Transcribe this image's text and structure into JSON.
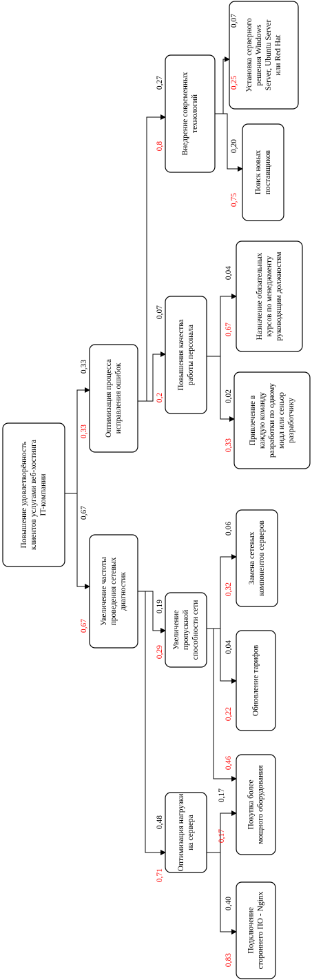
{
  "nodes": {
    "root": {
      "lines": [
        "Повышение удовлетворённость",
        "клиентов услугами веб-хостинга",
        "IT-компании"
      ]
    },
    "opt_fix": {
      "lines": [
        "Оптимизация процесса",
        "исправления ошибок"
      ]
    },
    "inc_diag": {
      "lines": [
        "Увеличение частоты",
        "проведения сетевых",
        "диагностик"
      ]
    },
    "modern_tech": {
      "lines": [
        "Внедрение современных",
        "технологий"
      ]
    },
    "staff_quality": {
      "lines": [
        "Повышения качества",
        "работы персонала"
      ]
    },
    "server_install": {
      "lines": [
        "Установка серверного",
        "решения Windows",
        "Server, Ubuntu Server",
        "или Red Hat"
      ]
    },
    "new_suppliers": {
      "lines": [
        "Поиск новых",
        "поставщиков"
      ]
    },
    "mgmt_courses": {
      "lines": [
        "Назначение обязательных",
        "курсов по менеджменту",
        "руководящим должностям"
      ]
    },
    "senior_dev": {
      "lines": [
        "Привлечение в",
        "каждую команду",
        "разработки по одному",
        "мидл или сеньор",
        "разработчику"
      ]
    },
    "bandwidth": {
      "lines": [
        "Увеличение",
        "пропускной",
        "способности сети"
      ]
    },
    "load_opt": {
      "lines": [
        "Оптимизация нагрузки",
        "на сервера"
      ]
    },
    "replace_net": {
      "lines": [
        "Замена сетевых",
        "компонентов серверов"
      ]
    },
    "tariff_update": {
      "lines": [
        "Обновление тарифов"
      ]
    },
    "hw_purchase": {
      "lines": [
        "Покупка более",
        "мощного оборудования"
      ]
    },
    "nginx": {
      "lines": [
        "Подключение",
        "стороннего ПО - Nginx"
      ]
    }
  },
  "weights": {
    "opt_fix": {
      "global": "0,33",
      "local": "0,33"
    },
    "inc_diag": {
      "global": "0,67",
      "local": "0,67"
    },
    "modern_tech": {
      "global": "0,27",
      "local": "0,8"
    },
    "staff_quality": {
      "global": "0,07",
      "local": "0,2"
    },
    "server_install": {
      "global": "0,07",
      "local": "0,25"
    },
    "new_suppliers": {
      "global": "0,20",
      "local": "0,75"
    },
    "mgmt_courses": {
      "global": "0,04",
      "local": "0,67"
    },
    "senior_dev": {
      "global": "0,02",
      "local": "0,33"
    },
    "bandwidth": {
      "global": "0,19",
      "local": "0,29"
    },
    "load_opt": {
      "global": "0,48",
      "local": "0,71"
    },
    "replace_net": {
      "global": "0,06",
      "local": "0,32"
    },
    "tariff_update": {
      "global": "0,04",
      "local": "0,22"
    },
    "hw_purchase": {
      "global": "0,17",
      "local": "0,17",
      "local_2": "0,46"
    },
    "nginx": {
      "global": "0,40",
      "local": "0,83"
    }
  },
  "colors": {
    "global_weight": "#000000",
    "local_weight": "#ff0000",
    "stroke": "#000000"
  }
}
